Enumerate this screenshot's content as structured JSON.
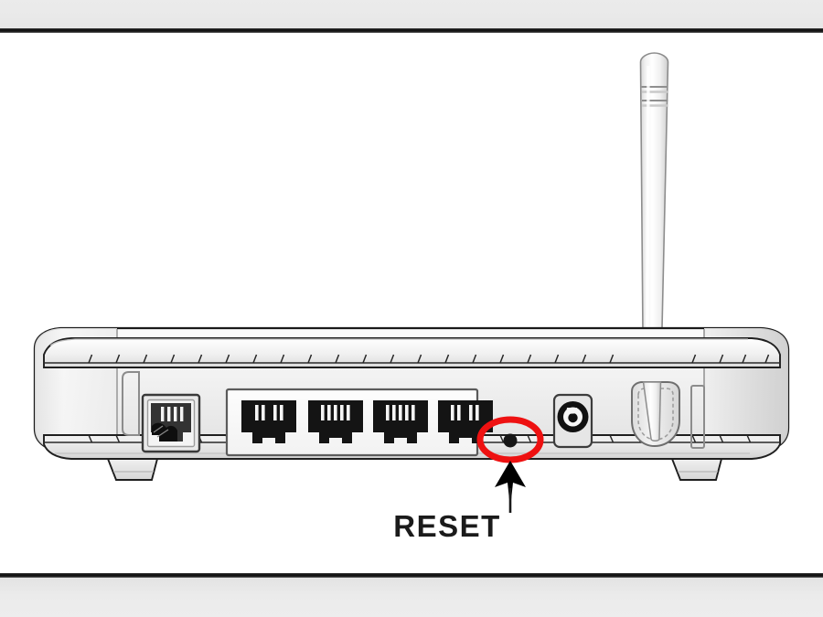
{
  "image": {
    "subject": "wireless router rear panel",
    "style": "black and white technical line illustration",
    "annotation_text": "RESET"
  },
  "figure": {
    "bands": {
      "top_band_color": "#ebebeb",
      "bottom_band_color": "#ebebeb",
      "rule_color": "#131313"
    },
    "canvas_background": "#ffffff"
  },
  "device": {
    "name": "router",
    "body_color_light": "#f4f4f4",
    "body_color_shade": "#d2d2d2",
    "outline_color": "#1a1a1a",
    "antenna": {
      "name": "antenna",
      "color": "#f7f7f7",
      "band_count": 2,
      "base": "swivel-hinge"
    },
    "feet": [
      {
        "name": "foot-left"
      },
      {
        "name": "foot-right"
      }
    ],
    "vents": {
      "top_row_label": "top vent slots",
      "bottom_row_label": "bottom vent slots",
      "tick_count": 26
    }
  },
  "ports": {
    "panel_label": "rear port panel",
    "wan": {
      "name": "wan-port",
      "label": "WAN / Internet",
      "type": "RJ45",
      "pin_count": 4,
      "housing_color": "#e8e8e8",
      "jack_color": "#2b2b2b"
    },
    "lan": {
      "label": "LAN",
      "type": "RJ45",
      "count": 4,
      "pin_count": 4,
      "jack_color": "#141414",
      "items": [
        {
          "name": "lan-port-1",
          "label": "LAN 1"
        },
        {
          "name": "lan-port-2",
          "label": "LAN 2"
        },
        {
          "name": "lan-port-3",
          "label": "LAN 3"
        },
        {
          "name": "lan-port-4",
          "label": "LAN 4"
        }
      ]
    },
    "power": {
      "name": "power-jack",
      "label": "Power",
      "type": "barrel DC jack",
      "ring_color": "#111111"
    }
  },
  "callout": {
    "name": "reset-callout",
    "text": "RESET",
    "highlight_shape": "ellipse",
    "highlight_color": "#ee1111",
    "arrow_color": "#000000",
    "target": {
      "name": "reset-button",
      "label": "Reset pinhole button",
      "shape": "recessed pinhole",
      "color": "#161616"
    }
  }
}
